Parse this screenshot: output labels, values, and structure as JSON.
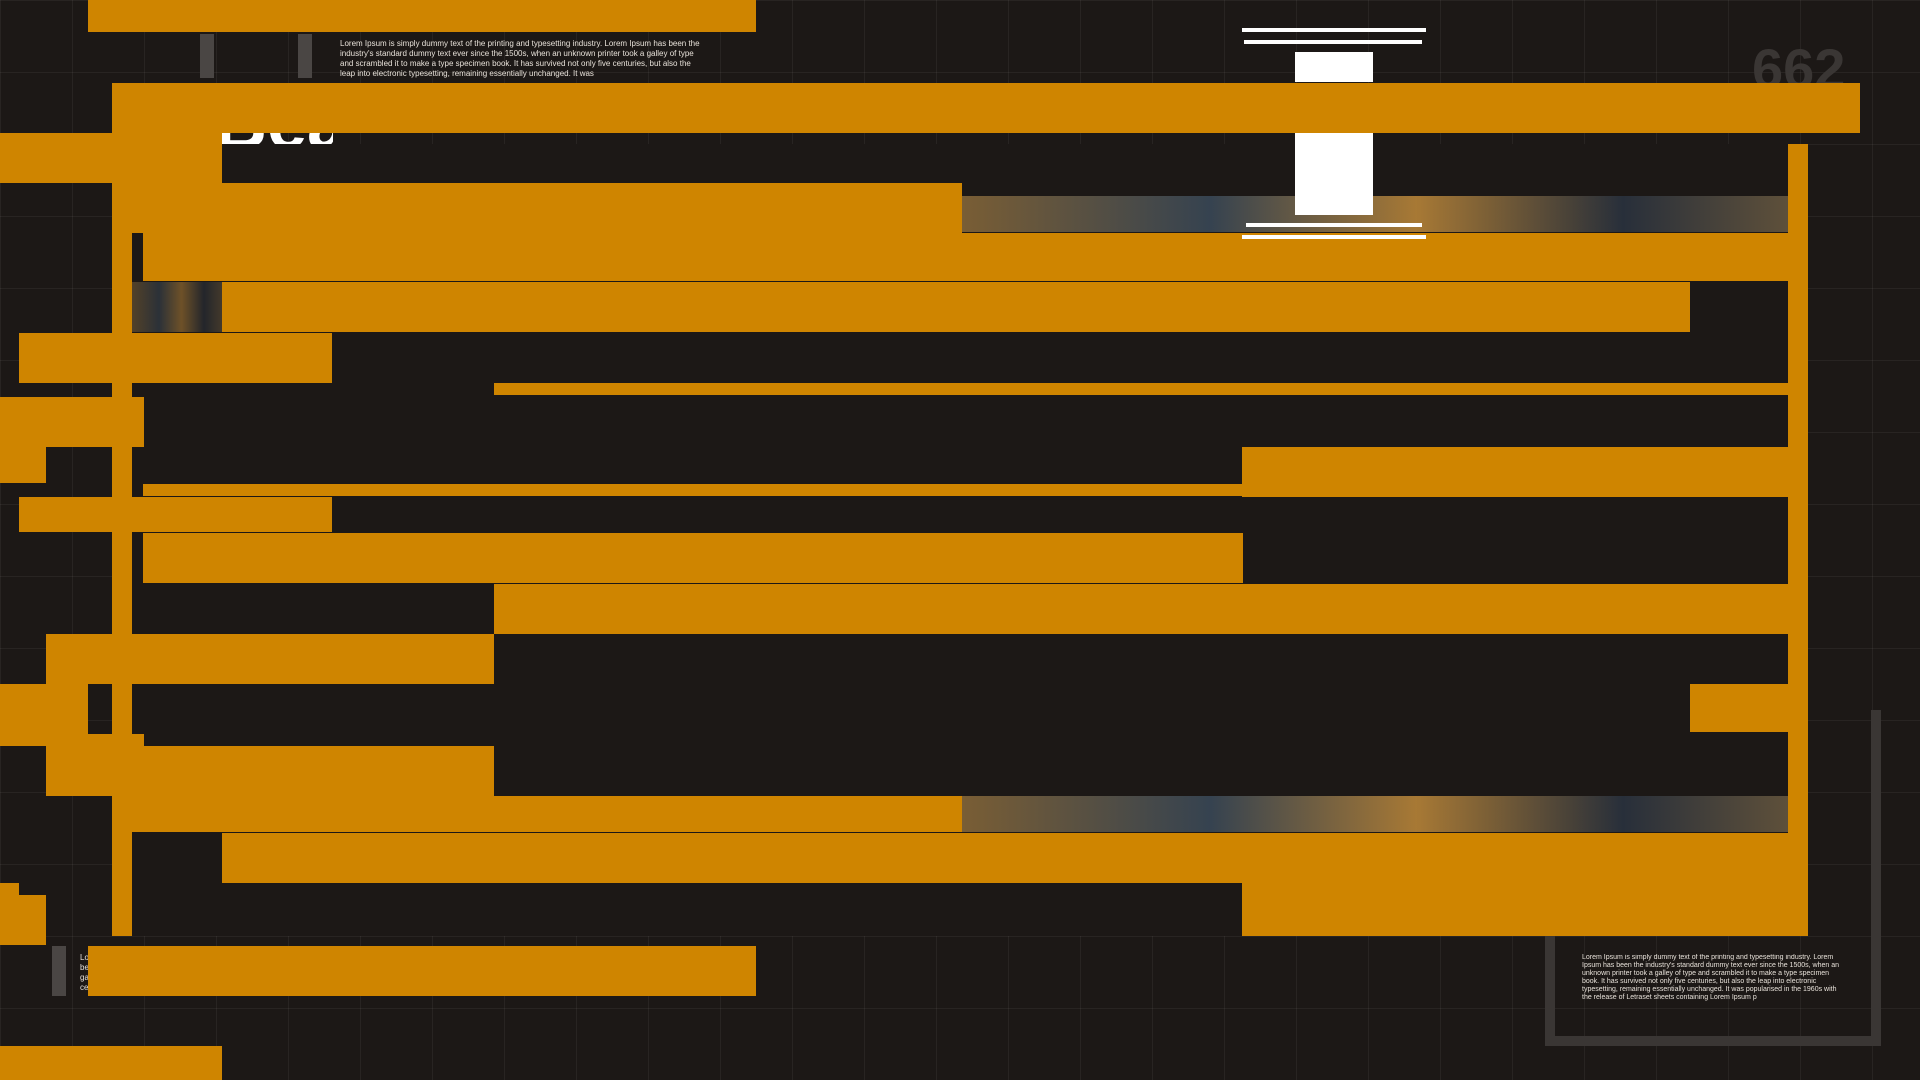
{
  "headline": "Bea",
  "counter": "662",
  "lorem_top": "Lorem Ipsum is simply dummy text of the printing and typesetting industry. Lorem Ipsum has been the industry's standard dummy text ever since the 1500s, when an unknown printer took a galley of type and scrambled it to make a type specimen book. It has survived not only five centuries, but also the leap into electronic typesetting, remaining essentially unchanged. It was",
  "lorem_bottom_right": "Lorem Ipsum is simply dummy text of the printing and typesetting industry. Lorem Ipsum has been the industry's standard dummy text ever since the 1500s, when an unknown printer took a galley of type and scrambled it to make a type specimen book. It has survived not only five centuries, but also the leap into electronic typesetting, remaining essentially unchanged. It was popularised in the 1960s with the release of Letraset sheets containing Lorem Ipsum p",
  "lorem_bottom_left": "Lo be ga ce",
  "colors": {
    "accent": "#cf8500",
    "background": "#1c1816",
    "frame": "#3a3634"
  }
}
